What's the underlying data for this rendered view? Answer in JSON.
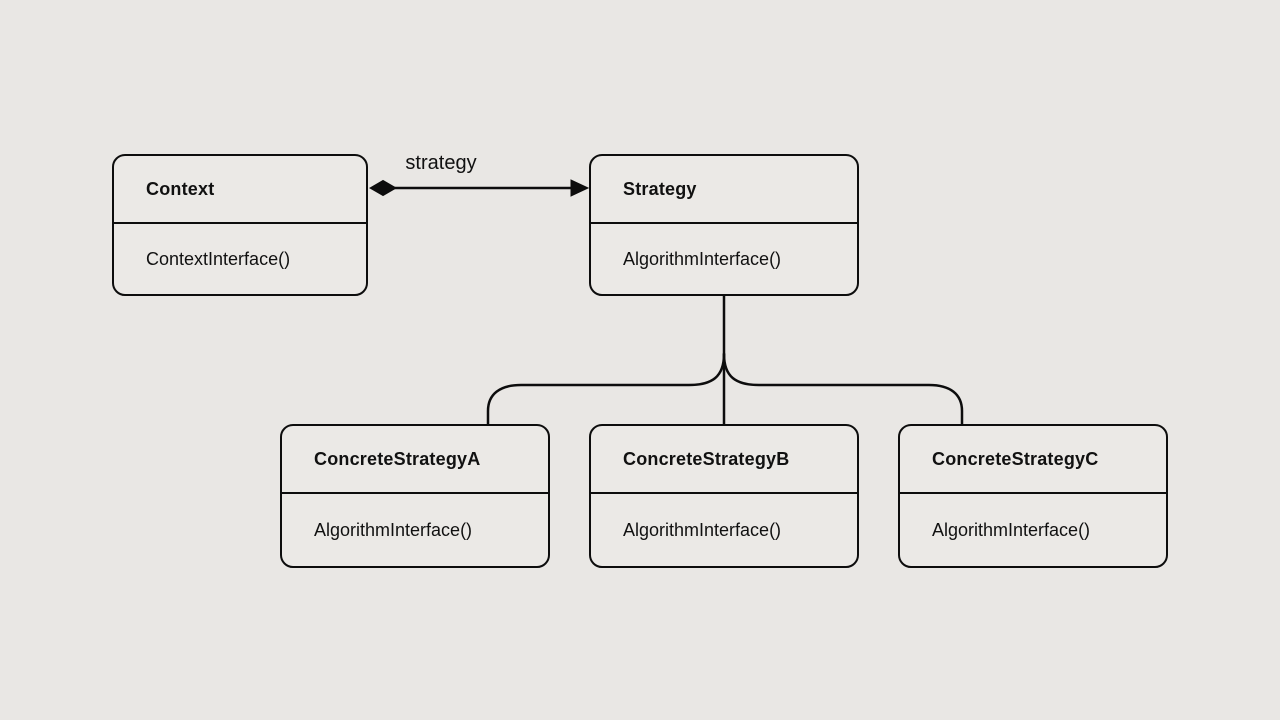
{
  "diagram": {
    "kind": "uml-class-diagram",
    "pattern": "Strategy",
    "relation_label": "strategy",
    "classes": [
      {
        "id": "context",
        "name": "Context",
        "methods": [
          "ContextInterface()"
        ]
      },
      {
        "id": "strategy",
        "name": "Strategy",
        "methods": [
          "AlgorithmInterface()"
        ]
      },
      {
        "id": "concrete-strategy-a",
        "name": "ConcreteStrategyA",
        "methods": [
          "AlgorithmInterface()"
        ]
      },
      {
        "id": "concrete-strategy-b",
        "name": "ConcreteStrategyB",
        "methods": [
          "AlgorithmInterface()"
        ]
      },
      {
        "id": "concrete-strategy-c",
        "name": "ConcreteStrategyC",
        "methods": [
          "AlgorithmInterface()"
        ]
      }
    ],
    "relations": [
      {
        "from": "Context",
        "to": "Strategy",
        "type": "aggregation-arrow",
        "label": "strategy"
      },
      {
        "from": "Strategy",
        "to": "ConcreteStrategyA",
        "type": "branch"
      },
      {
        "from": "Strategy",
        "to": "ConcreteStrategyB",
        "type": "branch"
      },
      {
        "from": "Strategy",
        "to": "ConcreteStrategyC",
        "type": "branch"
      }
    ],
    "colors": {
      "background": "#e9e7e4",
      "box_fill": "#ebe9e6",
      "line": "#0d0d0d",
      "text": "#111111"
    }
  }
}
